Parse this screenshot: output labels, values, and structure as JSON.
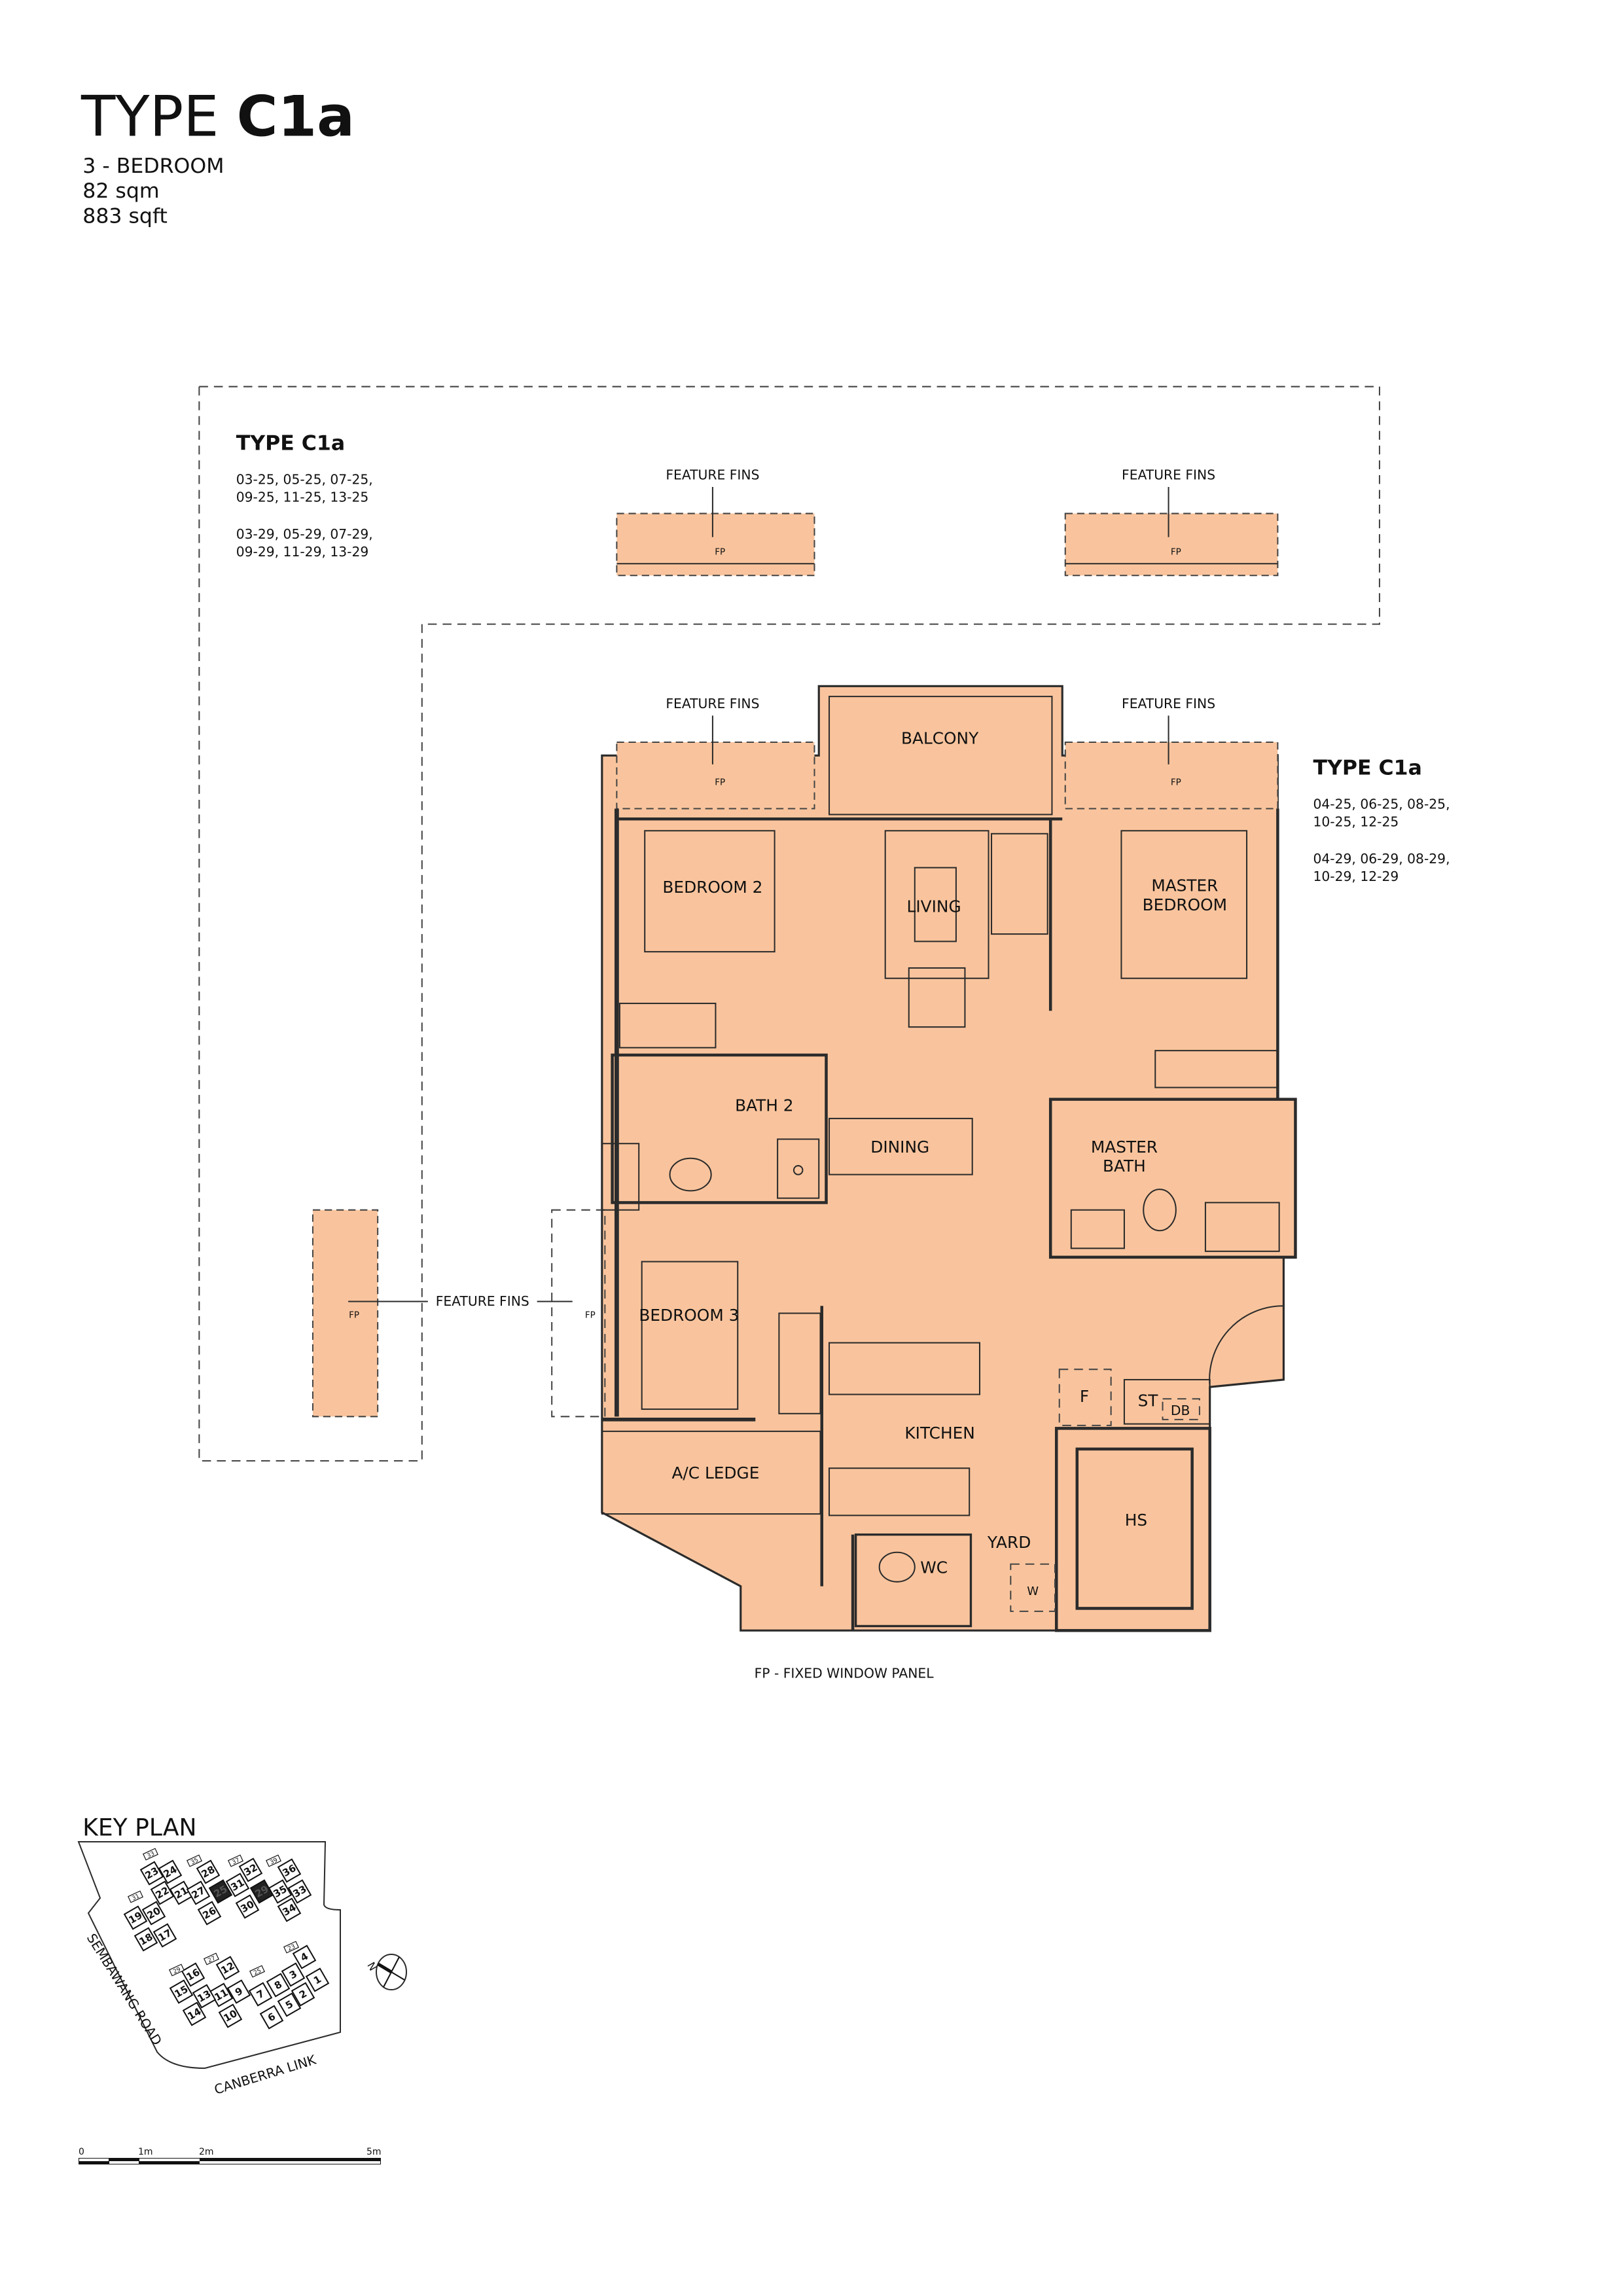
{
  "header": {
    "type_prefix": "TYPE",
    "type_code": "C1a",
    "bedrooms": "3 - BEDROOM",
    "area_sqm": "82 sqm",
    "area_sqft": "883 sqft"
  },
  "unit_group_left": {
    "title": "TYPE C1a",
    "line1": "03-25, 05-25, 07-25,",
    "line2": "09-25, 11-25, 13-25",
    "line3": "03-29, 05-29, 07-29,",
    "line4": "09-29, 11-29, 13-29"
  },
  "unit_group_right": {
    "title": "TYPE C1a",
    "line1": "04-25, 06-25, 08-25,",
    "line2": "10-25, 12-25",
    "line3": "04-29, 06-29, 08-29,",
    "line4": "10-29, 12-29"
  },
  "plan": {
    "feature_fins": "FEATURE FINS",
    "fp": "FP",
    "rooms": {
      "balcony": "BALCONY",
      "bedroom2": "BEDROOM 2",
      "living": "LIVING",
      "master1": "MASTER",
      "master2": "BEDROOM",
      "bath2": "BATH 2",
      "dining": "DINING",
      "masterbath1": "MASTER",
      "masterbath2": "BATH",
      "bedroom3": "BEDROOM 3",
      "kitchen": "KITCHEN",
      "acledge": "A/C LEDGE",
      "yard": "YARD",
      "wc": "WC",
      "hs": "HS",
      "f": "F",
      "st": "ST",
      "db": "DB",
      "w": "W"
    },
    "legend": "FP - FIXED WINDOW PANEL",
    "fill_color": "#f9c49d"
  },
  "key_plan": {
    "title": "KEY PLAN",
    "roads": {
      "west": "SEMBAWANG ROAD",
      "south": "CANBERRA LINK"
    },
    "north": "N",
    "blocks": [
      "1",
      "2",
      "3",
      "4",
      "5",
      "6",
      "7",
      "8",
      "9",
      "10",
      "11",
      "12",
      "13",
      "14",
      "15",
      "16",
      "17",
      "18",
      "19",
      "20",
      "21",
      "22",
      "23",
      "24",
      "25",
      "26",
      "27",
      "28",
      "29",
      "30",
      "31",
      "32",
      "33",
      "34",
      "35",
      "36"
    ],
    "highlighted": [
      "25",
      "29"
    ],
    "block_tags": [
      "33",
      "35",
      "37",
      "39",
      "31",
      "29",
      "27",
      "25",
      "23"
    ]
  },
  "scale_bar": {
    "l0": "0",
    "l1": "1m",
    "l2": "2m",
    "l5": "5m"
  }
}
